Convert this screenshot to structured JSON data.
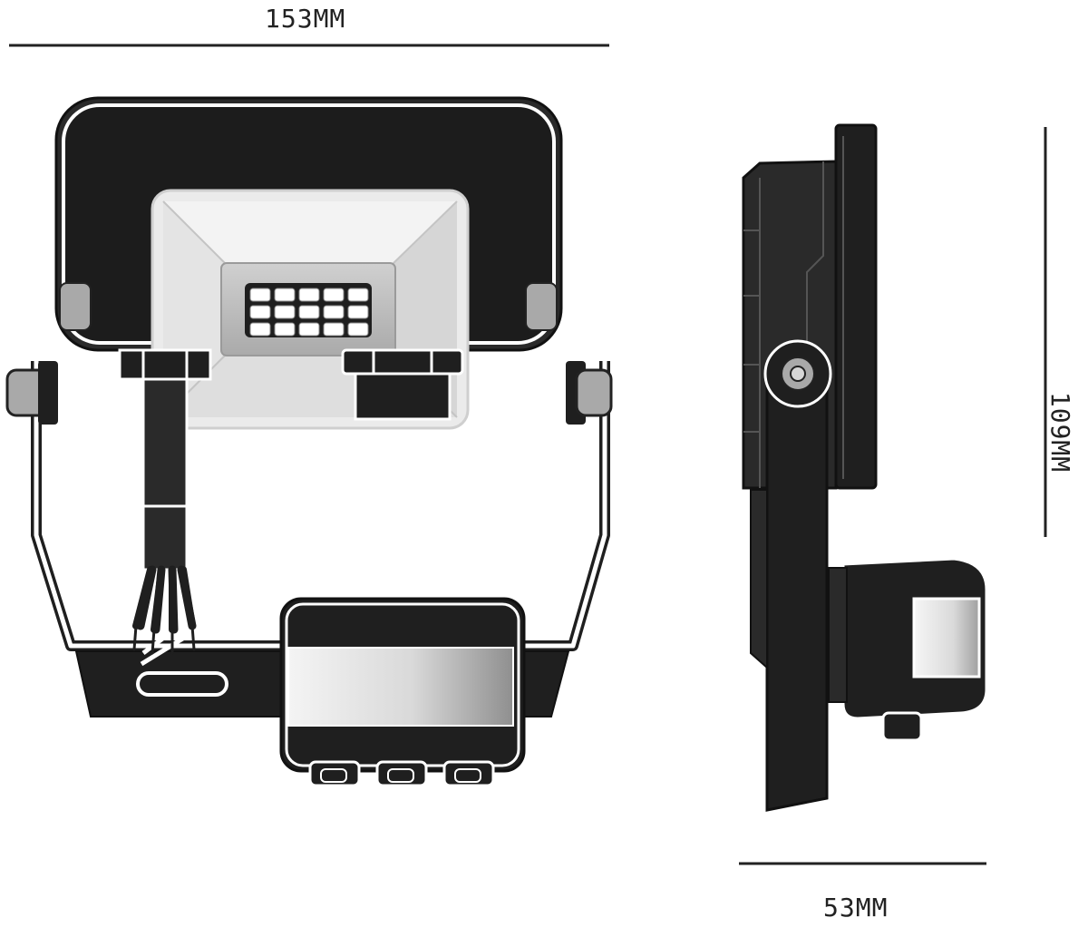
{
  "dimensions": {
    "width": "153MM",
    "height": "109MM",
    "depth": "53MM"
  },
  "colors": {
    "body": "#1f1f1f",
    "outline": "#2b2b2b",
    "reflector": "#e6e6e6",
    "reflector_shade": "#c8c8c8",
    "led_panel": "#bfbfbf",
    "led_chip": "#ffffff",
    "hinge_cap": "#a9a9a9",
    "sensor_lens_light": "#f2f2f2",
    "sensor_lens_dark": "#9a9a9a",
    "dimension_line": "#222222"
  },
  "icons": {
    "front_view": "floodlight-front-icon",
    "side_view": "floodlight-side-icon"
  }
}
